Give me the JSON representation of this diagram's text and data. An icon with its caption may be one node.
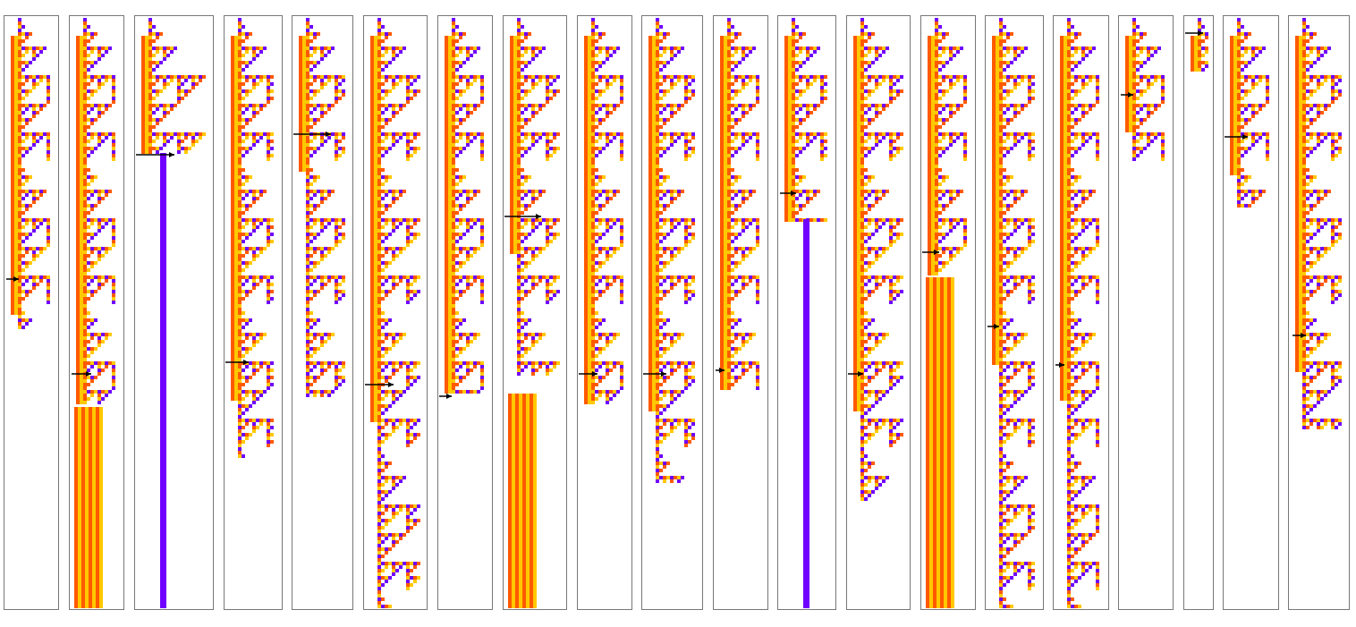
{
  "diagram": {
    "nodes": [
      {
        "text": [],
        "shape": "box"
      },
      {
        "text": [],
        "shape": "box"
      },
      {
        "text": [],
        "shape": "box"
      },
      {
        "text": [],
        "shape": "box"
      },
      {
        "text": [],
        "shape": "box"
      },
      {
        "text": [],
        "shape": "box"
      },
      {
        "text": [],
        "shape": "box"
      },
      {
        "text": [],
        "shape": "box"
      },
      {
        "text": [],
        "shape": "box"
      },
      {
        "text": [],
        "shape": "box"
      },
      {
        "text": [],
        "shape": "box"
      },
      {
        "text": [],
        "shape": "box"
      },
      {
        "text": [],
        "shape": "box"
      },
      {
        "text": [],
        "shape": "box"
      },
      {
        "text": [],
        "shape": "box"
      },
      {
        "text": [],
        "shape": "box"
      },
      {
        "text": [],
        "shape": "box"
      },
      {
        "text": [],
        "shape": "box"
      },
      {
        "text": [],
        "shape": "box"
      },
      {
        "text": [],
        "shape": "box"
      }
    ]
  }
}
